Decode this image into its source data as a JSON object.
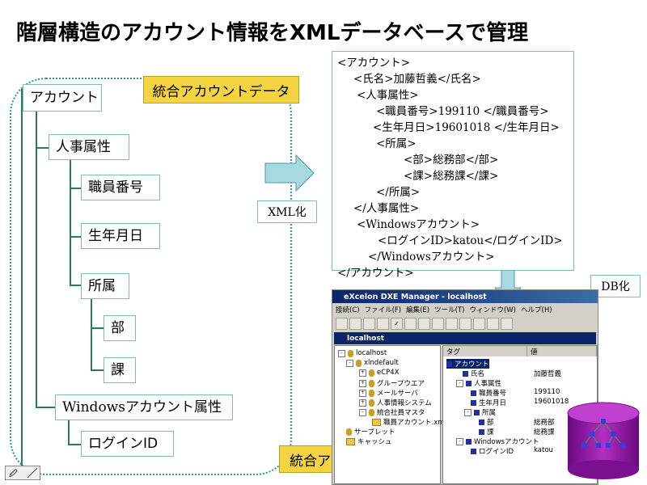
{
  "title": "階層構造のアカウント情報をXMLデータベースで管理",
  "tree": {
    "root": "アカウント",
    "jinji": "人事属性",
    "shokuin": "職員番号",
    "seinen": "生年月日",
    "shozoku": "所属",
    "bu": "部",
    "ka": "課",
    "windows": "Windowsアカウント属性",
    "login": "ログインID"
  },
  "labels": {
    "integrated_data": "統合アカウントデータ",
    "integrated_db": "統合アカウントDB",
    "xml_ka": "XML化",
    "db_ka": "DB化"
  },
  "xml_lines": [
    "<アカウント>",
    "<氏名>加藤哲義</氏名>",
    "<人事属性>",
    "<職員番号>199110 </職員番号>",
    "<生年月日>19601018 </生年月日>",
    "<所属>",
    "<部>総務部</部>",
    "<課>総務課</課>",
    "</所属>",
    "</人事属性>",
    "<Windowsアカウント>",
    "<ログインID>katou</ログインID>",
    "</Windowsアカウント>",
    "</アカウント>"
  ],
  "app": {
    "window_title": "eXcelon DXE Manager - localhost",
    "menu": [
      "接続(C)",
      "ファイル(F)",
      "編集(E)",
      "ツール(T)",
      "ウィンドウ(W)",
      "ヘルプ(H)"
    ],
    "pane_title": "localhost",
    "left_tree": [
      "localhost",
      "xlndefault",
      "eCP4X",
      "グループウエア",
      "メールサーバ",
      "人事情報システム",
      "統合社員マスタ",
      "職員アカウント.xm",
      "サーブレット",
      "キャッシュ"
    ],
    "columns": {
      "tag": "タグ",
      "value": "値"
    },
    "rows": [
      {
        "tag": "アカウント",
        "value": ""
      },
      {
        "tag": "氏名",
        "value": "加藤哲義"
      },
      {
        "tag": "人事属性",
        "value": ""
      },
      {
        "tag": "職員番号",
        "value": "199110"
      },
      {
        "tag": "生年月日",
        "value": "19601018"
      },
      {
        "tag": "所属",
        "value": ""
      },
      {
        "tag": "部",
        "value": "総務部"
      },
      {
        "tag": "課",
        "value": "総務課"
      },
      {
        "tag": "Windowsアカウント",
        "value": ""
      },
      {
        "tag": "ログインID",
        "value": "katou"
      }
    ]
  },
  "colors": {
    "label_yellow": "#f5d442",
    "teal_line": "#2b7a5e",
    "arrow_fill": "#a8d8e0",
    "cylinder_purple": "#9018a0",
    "titlebar_blue": "#0a246a"
  },
  "icons": [
    "right-arrow-icon",
    "down-arrow-icon",
    "database-cylinder-icon",
    "corner-widget-icon"
  ]
}
